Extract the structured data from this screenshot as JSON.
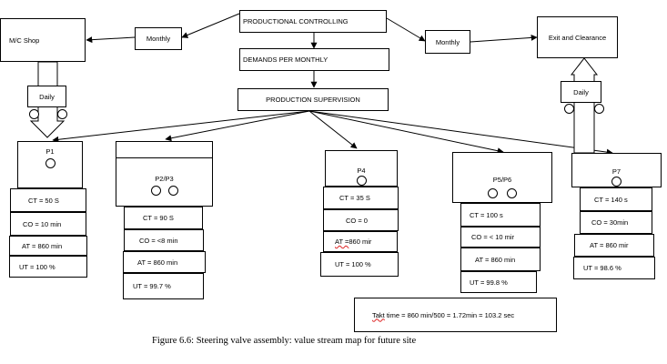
{
  "nodes": {
    "production_controlling": "PRODUCTIONAL CONTROLLING",
    "demands_per_monthly": "DEMANDS PER MONTHLY",
    "production_supervision": "PRODUCTION SUPERVISION",
    "mc_shop": "M/C Shop",
    "monthly_left": "Monthly",
    "monthly_right": "Monthly",
    "exit_clearance": "Exit and Clearance",
    "daily_left": "Daily",
    "daily_right": "Daily"
  },
  "processes": [
    {
      "name": "P1",
      "ct": "CT = 50 S",
      "co": "CO = 10 min",
      "at": "AT = 860 min",
      "ut": "UT = 100 %"
    },
    {
      "name": "P2/P3",
      "ct": "CT = 90 S",
      "co": "CO = <8 min",
      "at": "AT = 860 min",
      "ut": "UT = 99.7 %"
    },
    {
      "name": "P4",
      "ct": "CT = 35 S",
      "co": "CO = 0",
      "at_prefix": "AT = ",
      "at_value": "860 mir",
      "ut": "UT = 100 %"
    },
    {
      "name": "P5/P6",
      "ct": "CT = 100 s",
      "co": "CO = < 10 mir",
      "at": "AT = 860 min",
      "ut": "UT = 99.8 %"
    },
    {
      "name": "P7",
      "ct": "CT = 140 s",
      "co": "CO = 30min",
      "at": "AT = 860 mir",
      "ut": "UT = 98.6 %"
    }
  ],
  "takt": {
    "word": "Takt",
    "rest": " time = 860 min/500 = 1.72min = 103.2 sec"
  },
  "caption": "Figure 6.6: Steering valve assembly: value stream map for future site"
}
